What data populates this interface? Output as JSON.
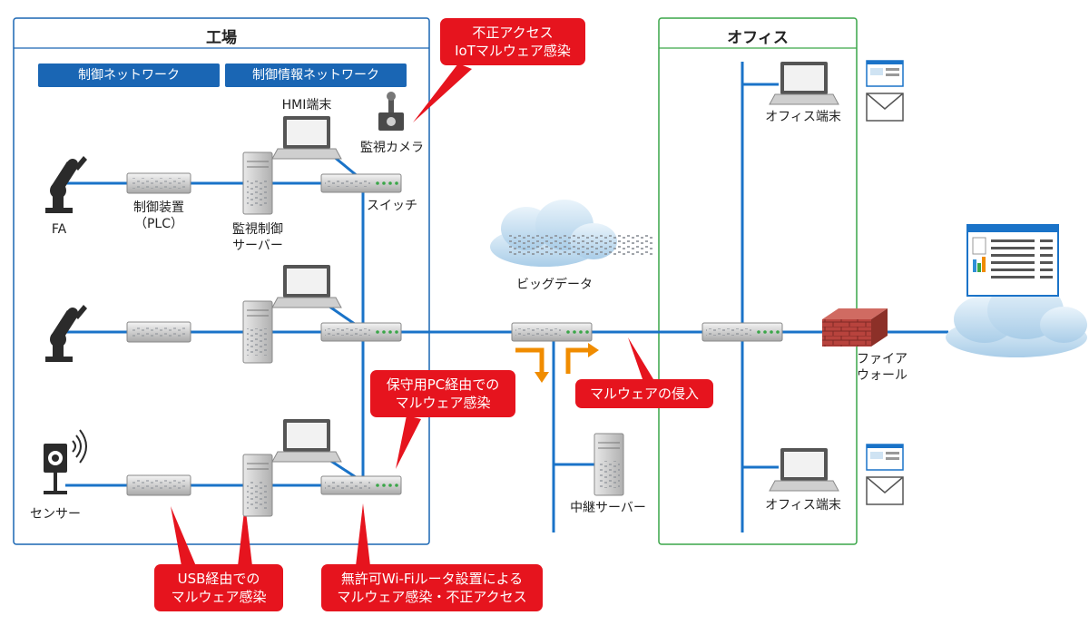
{
  "factory": {
    "title": "工場",
    "tags": [
      "制御ネットワーク",
      "制御情報ネットワーク"
    ]
  },
  "office": {
    "title": "オフィス"
  },
  "labels": {
    "hmi": "HMI端末",
    "camera": "監視カメラ",
    "switch": "スイッチ",
    "plc": "制御装置\n（PLC）",
    "scada": "監視制御\nサーバー",
    "fa": "FA",
    "sensor": "センサー",
    "bigdata": "ビッグデータ",
    "relay": "中継サーバー",
    "office_pc_top": "オフィス端末",
    "office_pc_bottom": "オフィス端末",
    "firewall": "ファイア\nウォール"
  },
  "callouts": {
    "iot": "不正アクセス\nIoTマルウェア感染",
    "pc": "保守用PC経由での\nマルウェア感染",
    "intrusion": "マルウェアの侵入",
    "usb": "USB経由での\nマルウェア感染",
    "wifi": "無許可Wi-Fiルータ設置による\nマルウェア感染・不正アクセス"
  },
  "colors": {
    "network_line": "#1a73c8",
    "callout": "#e6141e",
    "factory_border": "#1a66b4",
    "office_border": "#3aa648",
    "arrow": "#f08c00",
    "firewall": "#b8433d"
  }
}
